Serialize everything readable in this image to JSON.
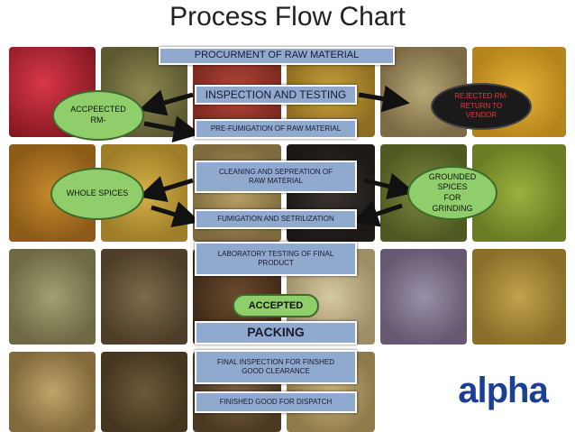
{
  "title": "Process Flow Chart",
  "steps": {
    "procurement": "PROCURMENT OF RAW MATERIAL",
    "inspection": "INSPECTION AND TESTING",
    "prefumigation": "PRE-FUMIGATION OF RAW MATERIAL",
    "cleaning": "CLEANING AND SEPREATION  OF RAW MATERIAL",
    "fumigation": "FUMIGATION AND SETRILIZATION",
    "lab_testing": "LABORATORY TESTING OF FINAL PRODUCT",
    "accepted": "ACCEPTED",
    "packing": "PACKING",
    "final_inspection": "FINAL INSPECTION FOR FINSHED GOOD CLEARANCE",
    "dispatch": "FINISHED GOOD FOR DISPATCH"
  },
  "side_nodes": {
    "accepted_rm": "ACCPEECTED RM-",
    "rejected_rm": "REJECTED RM-RETURN TO VENDOR",
    "whole_spices": "WHOLE SPICES",
    "grounded_spices": "GROUNDED SPICES FOR GRINDING"
  },
  "logo": "alpha",
  "colors": {
    "box_fill": "#8fa9cf",
    "oval_fill": "#8fce6a",
    "rejected_text": "#e23a3a",
    "logo": "#1a3f93"
  }
}
